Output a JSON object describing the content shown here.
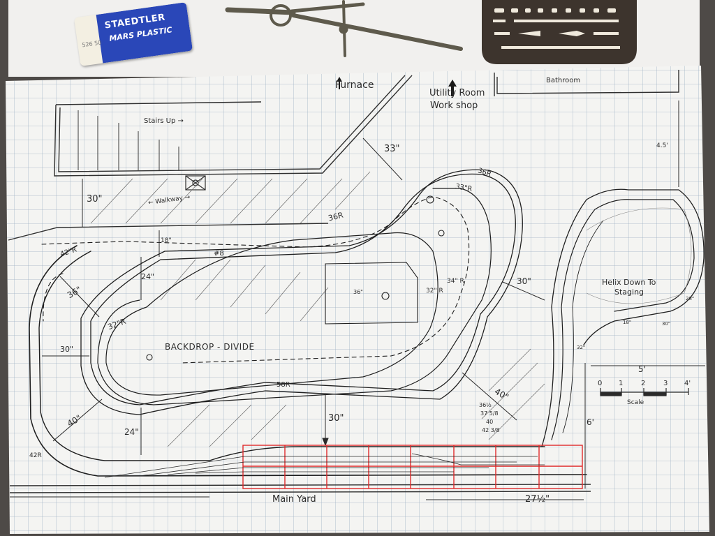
{
  "eraser": {
    "brand": "STAEDTLER",
    "product": "MARS PLASTIC",
    "code": "526 50",
    "band_color": "#2a47b8"
  },
  "plan": {
    "room_labels": {
      "furnace": "Furnace",
      "utility_room": "Utility Room",
      "work_shop": "Work shop",
      "bathroom": "Bathroom",
      "stairs": "Stairs Up →",
      "walkway": "← Walkway →"
    },
    "feature_labels": {
      "backdrop": "BACKDROP - DIVIDE",
      "helix_line1": "Helix Down To",
      "helix_line2": "Staging",
      "main_yard": "Main Yard",
      "track_number": "#8"
    },
    "dimensions": {
      "d33_top": "33\"",
      "d30_left": "30\"",
      "d18": "18\"",
      "d24_mid": "24\"",
      "d36_left": "36\"",
      "d32r_left": "32\"R",
      "d30_side": "30\"",
      "d40_left": "40\"",
      "d24_bottom": "24\"",
      "d42r": "42R",
      "d42r_top": "42\"R",
      "d36r_mid": "36R",
      "d36r_top": "36R",
      "d33r": "33\"R",
      "d36_inner": "36\"",
      "d32r_inner": "32\" R",
      "d34r": "34\" R",
      "d30_right": "30\"",
      "d40_right": "40\"",
      "d58r": "58R",
      "d30_yard": "30\"",
      "d27": "27½\"",
      "radius_list": [
        "36½",
        "37 5/8",
        "40",
        "42 3/8"
      ],
      "d45": "4.5'",
      "d6": "6'",
      "d5": "5'",
      "helix_18": "18\"",
      "helix_30": "30\"",
      "helix_28": "28\"",
      "helix_32": "32\""
    },
    "scale": {
      "label": "Scale",
      "ticks": [
        "0",
        "1",
        "2",
        "3",
        "4'"
      ]
    },
    "yard_color": "#e02a2a"
  }
}
